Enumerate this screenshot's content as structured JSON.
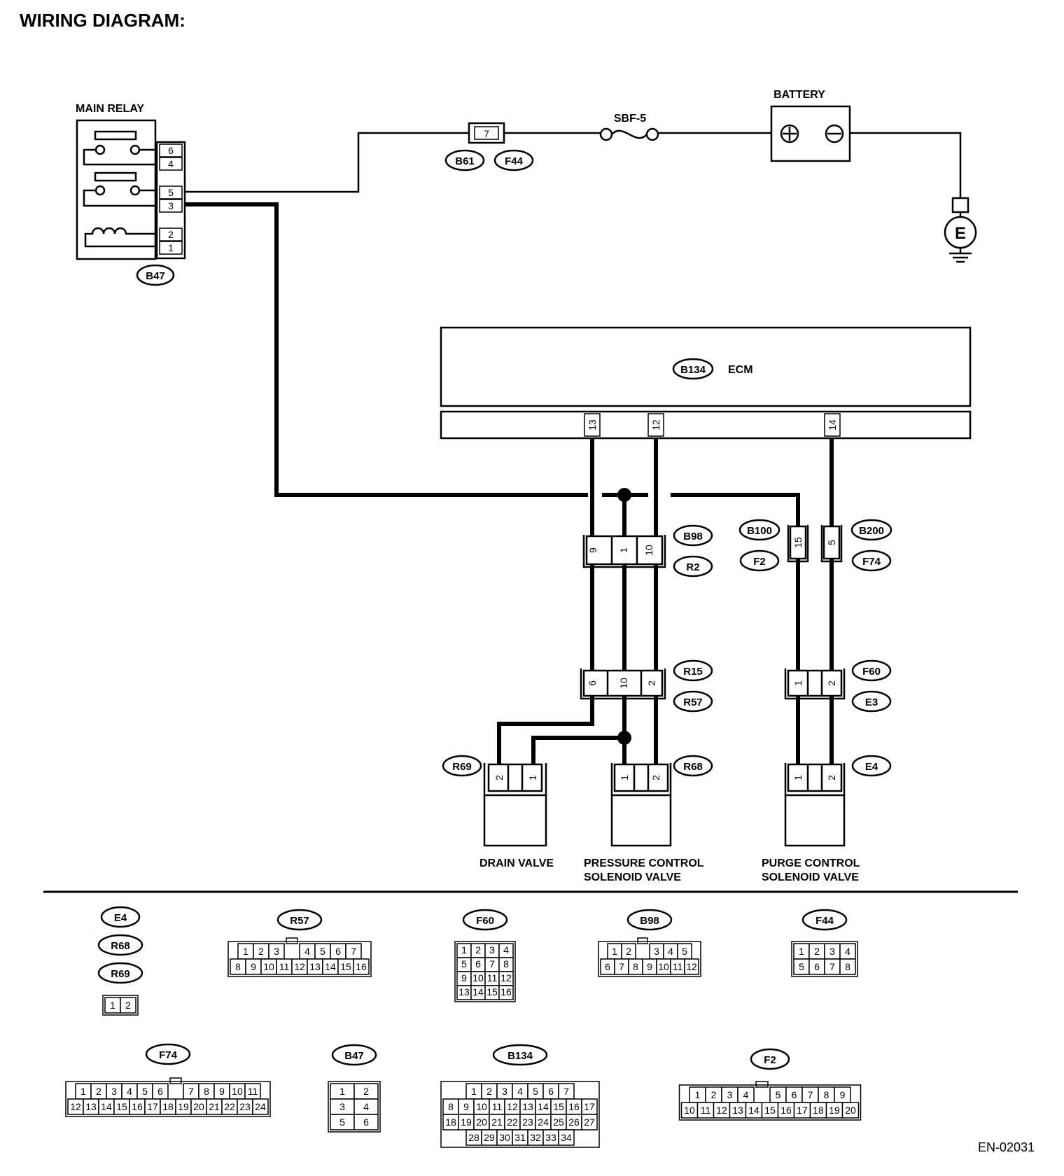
{
  "title": "WIRING DIAGRAM:",
  "doc_code": "EN-02031",
  "labels": {
    "main_relay": "MAIN RELAY",
    "battery": "BATTERY",
    "sbf": "SBF-5",
    "ecm": "ECM",
    "drain_valve": "DRAIN VALVE",
    "pcsv_line1": "PRESSURE CONTROL",
    "pcsv_line2": "SOLENOID VALVE",
    "purge_line1": "PURGE CONTROL",
    "purge_line2": "SOLENOID VALVE",
    "ground": "E"
  },
  "battery_terminals": {
    "positive": "+",
    "negative": "−"
  },
  "connector_tags": {
    "b47": "B47",
    "b61": "B61",
    "f44": "F44",
    "b134": "B134",
    "b98": "B98",
    "r2": "R2",
    "b100": "B100",
    "f2": "F2",
    "b200": "B200",
    "f74": "F74",
    "r15": "R15",
    "r57": "R57",
    "f60": "F60",
    "e3": "E3",
    "r69": "R69",
    "r68": "R68",
    "e4": "E4"
  },
  "pins": {
    "relay": [
      "6",
      "4",
      "5",
      "3",
      "2",
      "1"
    ],
    "fuse7": "7",
    "ecm_13": "13",
    "ecm_12": "12",
    "ecm_14": "14",
    "b98": [
      "9",
      "1",
      "10"
    ],
    "b100": "15",
    "b200": "5",
    "r15": [
      "6",
      "10",
      "2"
    ],
    "f60": [
      "1",
      "2"
    ],
    "r69": [
      "2",
      "1"
    ],
    "r68": [
      "1",
      "2"
    ],
    "e4": [
      "1",
      "2"
    ]
  },
  "legend": [
    {
      "tags": [
        "E4",
        "R68",
        "R69"
      ],
      "rows": [
        [
          "1",
          "2"
        ]
      ]
    },
    {
      "tags": [
        "R57"
      ],
      "rows": [
        [
          "1",
          "2",
          "3",
          "",
          "4",
          "5",
          "6",
          "7"
        ],
        [
          "8",
          "9",
          "10",
          "11",
          "12",
          "13",
          "14",
          "15",
          "16"
        ]
      ]
    },
    {
      "tags": [
        "F60"
      ],
      "rows": [
        [
          "1",
          "2",
          "3",
          "4"
        ],
        [
          "5",
          "6",
          "7",
          "8"
        ],
        [
          "9",
          "10",
          "11",
          "12"
        ],
        [
          "13",
          "14",
          "15",
          "16"
        ]
      ]
    },
    {
      "tags": [
        "B98"
      ],
      "rows": [
        [
          "1",
          "2",
          "",
          "3",
          "4",
          "5"
        ],
        [
          "6",
          "7",
          "8",
          "9",
          "10",
          "11",
          "12"
        ]
      ]
    },
    {
      "tags": [
        "F44"
      ],
      "rows": [
        [
          "1",
          "2",
          "3",
          "4"
        ],
        [
          "5",
          "6",
          "7",
          "8"
        ]
      ]
    },
    {
      "tags": [
        "F74"
      ],
      "rows": [
        [
          "1",
          "2",
          "3",
          "4",
          "5",
          "6",
          "",
          "7",
          "8",
          "9",
          "10",
          "11"
        ],
        [
          "12",
          "13",
          "14",
          "15",
          "16",
          "17",
          "18",
          "19",
          "20",
          "21",
          "22",
          "23",
          "24"
        ]
      ]
    },
    {
      "tags": [
        "B47"
      ],
      "rows": [
        [
          "1",
          "2"
        ],
        [
          "3",
          "4"
        ],
        [
          "5",
          "6"
        ]
      ]
    },
    {
      "tags": [
        "B134"
      ],
      "rows": [
        [
          "1",
          "2",
          "3",
          "4",
          "5",
          "6",
          "7"
        ],
        [
          "8",
          "9",
          "10",
          "11",
          "12",
          "13",
          "14",
          "15",
          "16",
          "17"
        ],
        [
          "18",
          "19",
          "20",
          "21",
          "22",
          "23",
          "24",
          "25",
          "26",
          "27"
        ],
        [
          "28",
          "29",
          "30",
          "31",
          "32",
          "33",
          "34"
        ]
      ]
    },
    {
      "tags": [
        "F2"
      ],
      "rows": [
        [
          "1",
          "2",
          "3",
          "4",
          "",
          "5",
          "6",
          "7",
          "8",
          "9"
        ],
        [
          "10",
          "11",
          "12",
          "13",
          "14",
          "15",
          "16",
          "17",
          "18",
          "19",
          "20"
        ]
      ]
    }
  ]
}
